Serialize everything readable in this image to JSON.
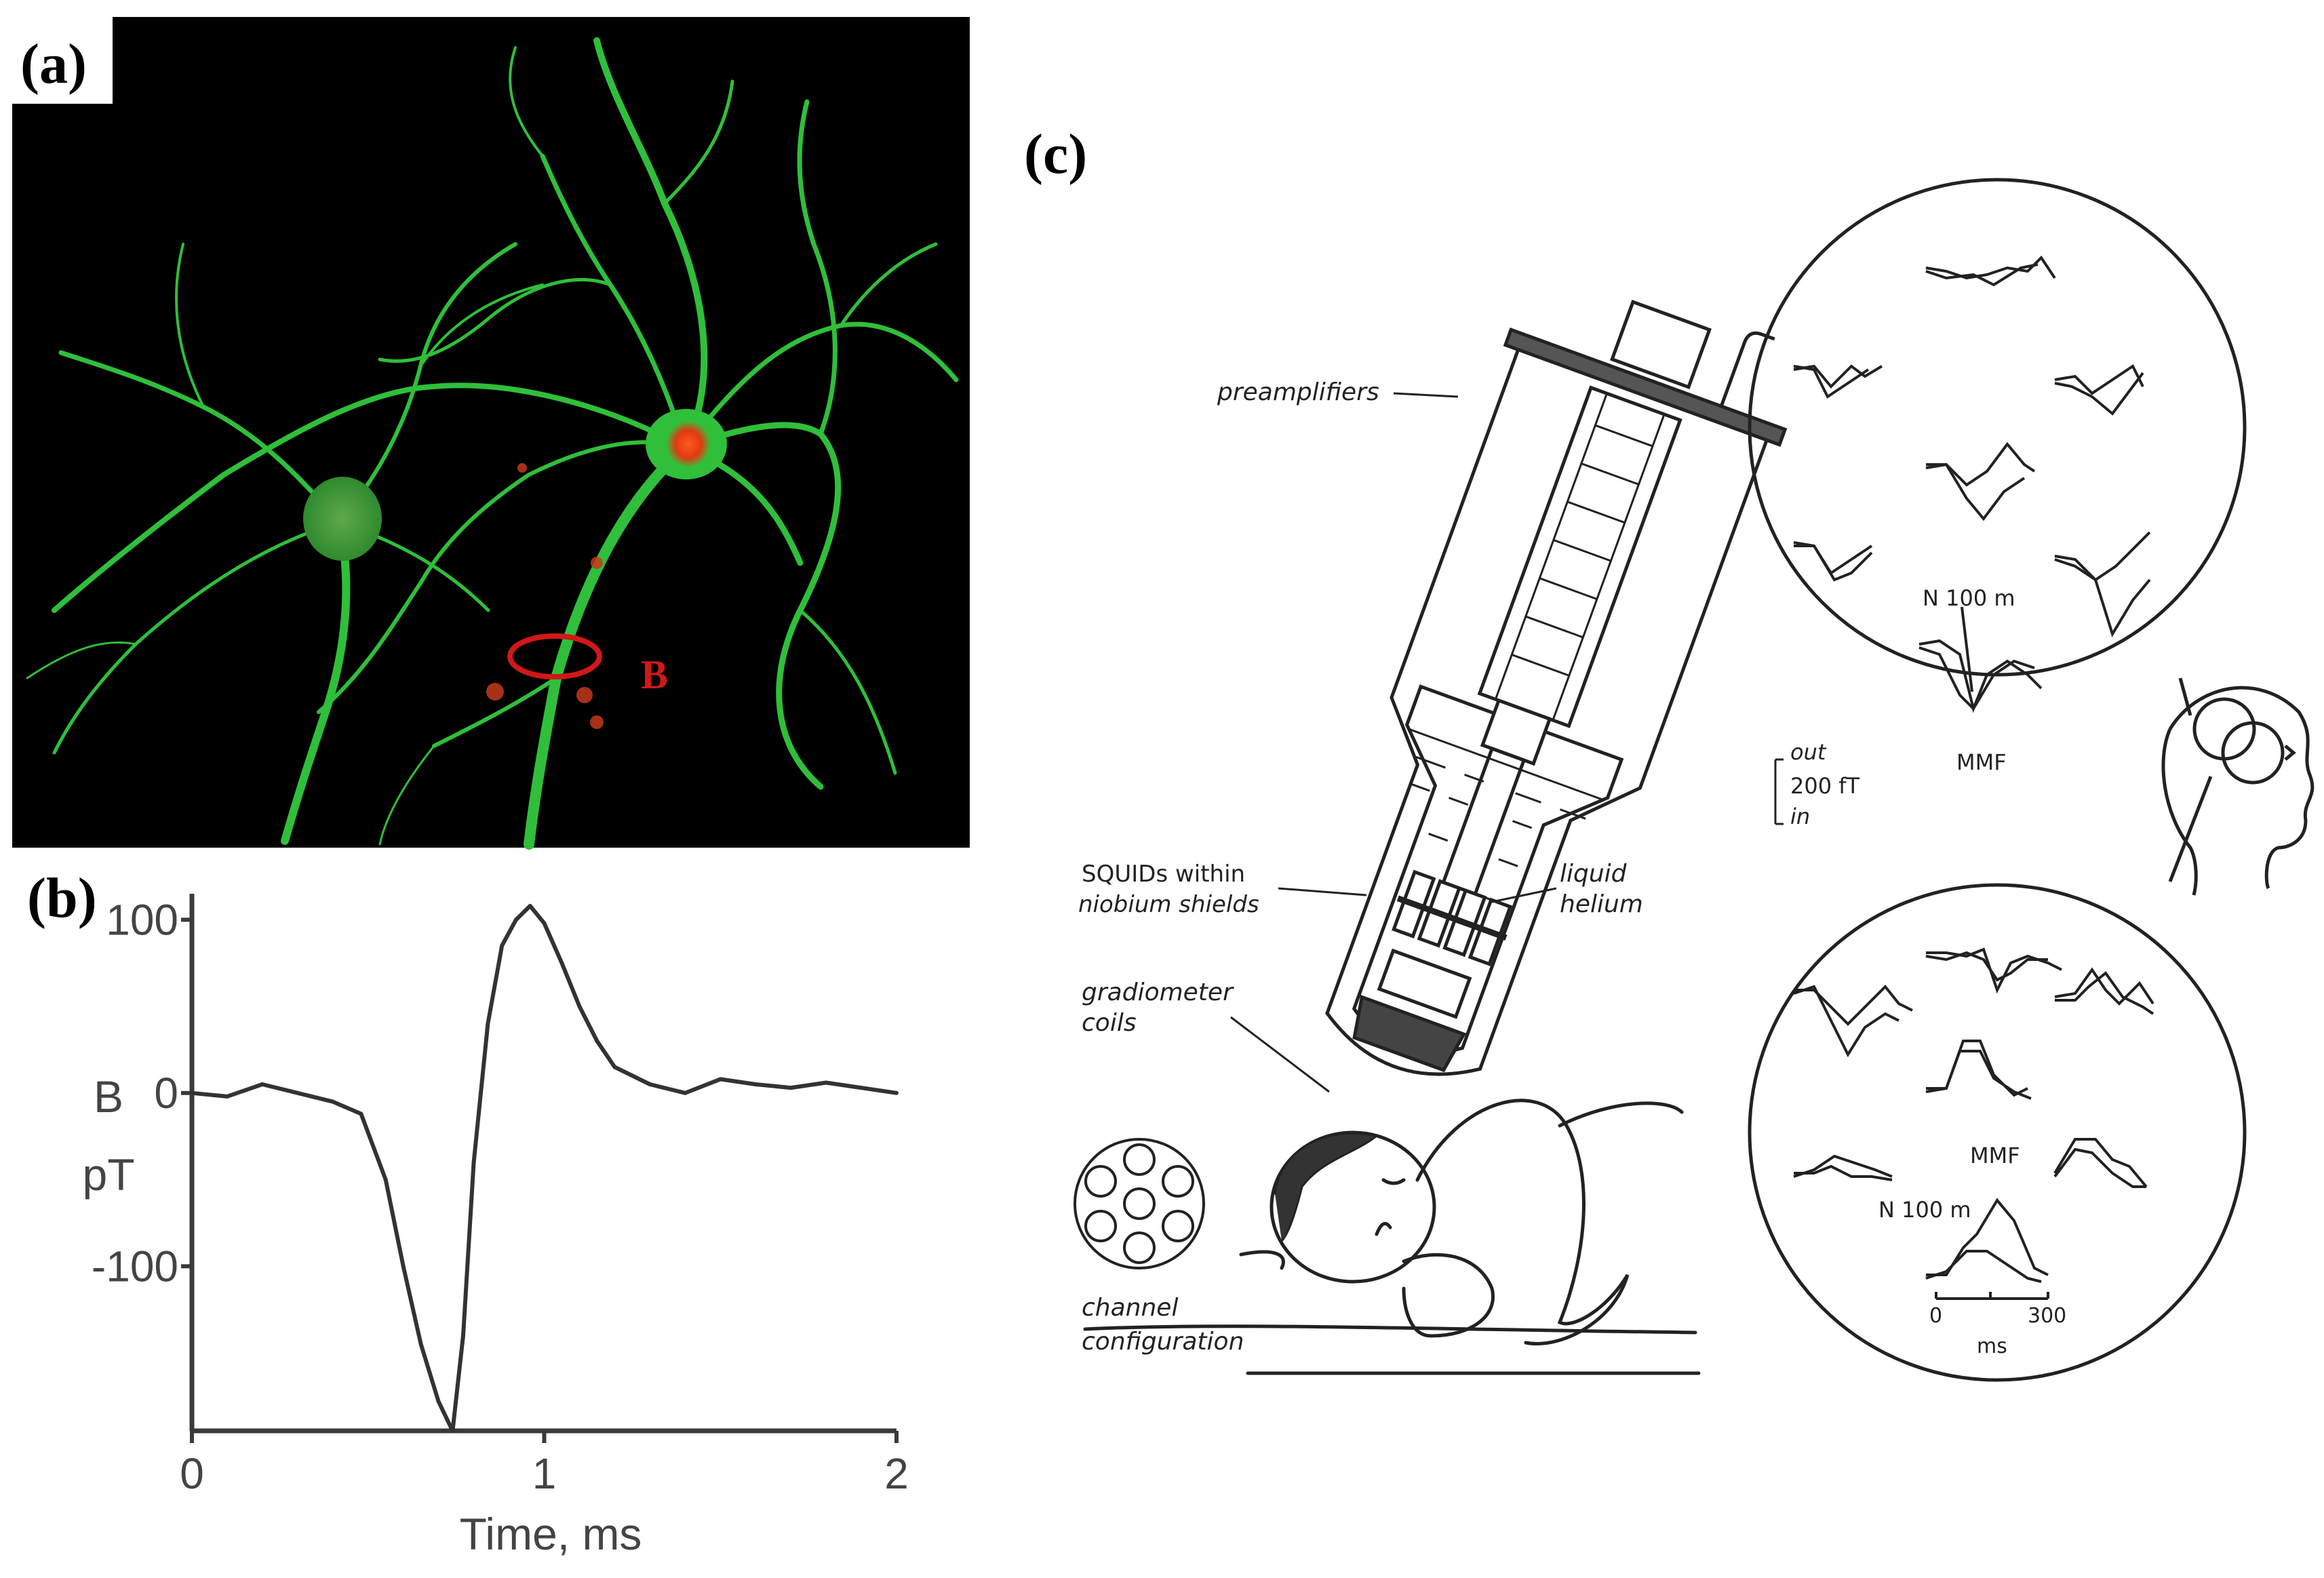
{
  "panels": {
    "a": {
      "label": "(a)",
      "marker_label": "B",
      "marker_color": "#d01818"
    },
    "b": {
      "label": "(b)"
    },
    "c": {
      "label": "(c)"
    }
  },
  "colors": {
    "neuron": "#33cc33",
    "soma_red": "#ff4a20",
    "background_dark": "#000000",
    "trace": "#333333"
  },
  "chart_data": {
    "type": "line",
    "title": "",
    "xlabel": "Time, ms",
    "ylabel": [
      "B",
      "pT"
    ],
    "xlim": [
      0,
      2
    ],
    "ylim": [
      -195,
      115
    ],
    "xticks": [
      "0",
      "1",
      "2"
    ],
    "yticks": [
      "100",
      "0",
      "-100"
    ],
    "grid": false,
    "legend": "none",
    "series": [
      {
        "x": [
          0,
          0.1,
          0.2,
          0.3,
          0.4,
          0.48,
          0.55,
          0.6,
          0.65,
          0.7,
          0.74,
          0.77,
          0.8,
          0.84,
          0.88,
          0.92,
          0.96,
          1.0,
          1.05,
          1.1,
          1.15,
          1.2,
          1.3,
          1.4,
          1.5,
          1.6,
          1.7,
          1.8,
          1.9,
          2.0
        ],
        "y": [
          0,
          -2,
          5,
          0,
          -5,
          -12,
          -50,
          -100,
          -145,
          -178,
          -195,
          -140,
          -40,
          40,
          85,
          100,
          108,
          98,
          75,
          50,
          30,
          15,
          5,
          0,
          8,
          5,
          3,
          6,
          3,
          0
        ]
      }
    ]
  },
  "diagram": {
    "preamplifiers": "preamplifiers",
    "squids": [
      "SQUIDs within",
      "niobium shields"
    ],
    "helium": [
      "liquid",
      "helium"
    ],
    "gradiometer": [
      "gradiometer",
      "coils"
    ],
    "channel": [
      "channel",
      "configuration"
    ],
    "n100_top": "N 100 m",
    "mmf_top": "MMF",
    "scale": [
      "out",
      "200 fT",
      "in"
    ],
    "n100_bottom": "N 100 m",
    "mmf_bottom": "MMF",
    "ms_axis": {
      "start": "0",
      "end": "300",
      "unit": "ms"
    }
  }
}
